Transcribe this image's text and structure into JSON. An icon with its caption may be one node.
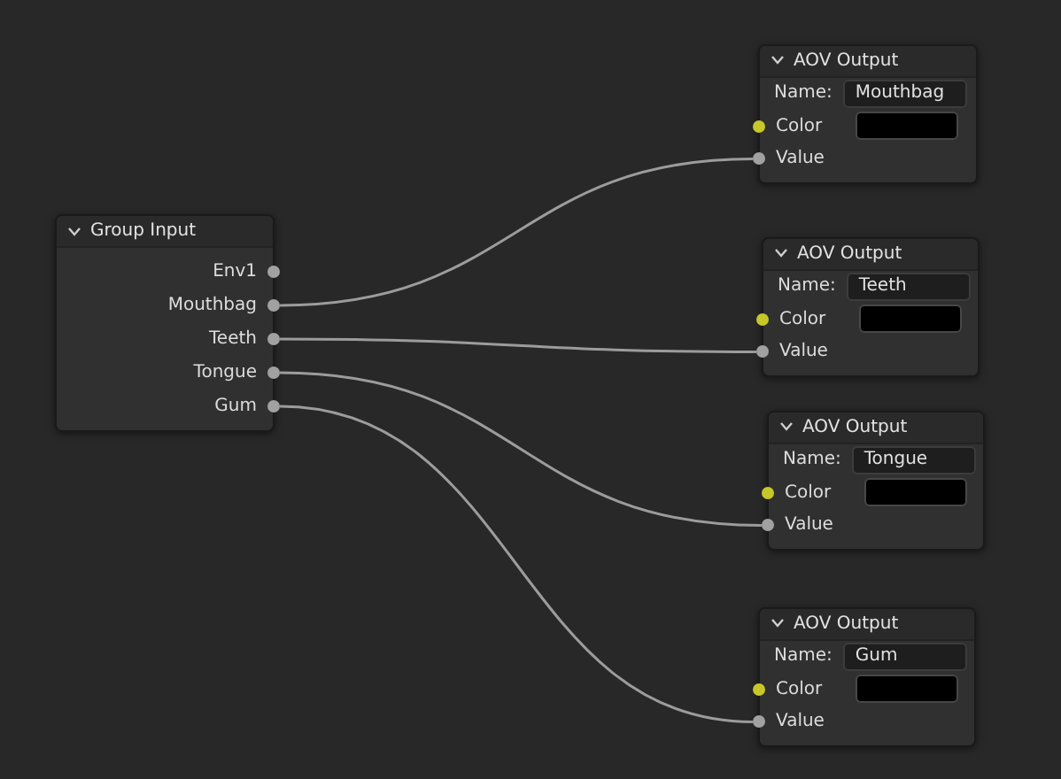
{
  "diagram": {
    "nodes": [
      {
        "text": [
          "Group Input"
        ]
      },
      {
        "text": [
          "Env1"
        ],
        "in": 0
      },
      {
        "text": [
          "Mouthbag"
        ],
        "in": 0
      },
      {
        "text": [
          "Teeth"
        ],
        "in": 0
      },
      {
        "text": [
          "Tongue"
        ],
        "in": 0
      },
      {
        "text": [
          "Gum"
        ],
        "in": 0
      },
      {
        "text": [
          "AOV Output"
        ]
      },
      {
        "text": [
          "Mouthbag"
        ],
        "in": 6,
        "beside": [
          "Name:"
        ]
      },
      {
        "text": [
          "Color"
        ],
        "in": 6
      },
      {
        "text": [
          "Value"
        ],
        "in": 6
      },
      {
        "text": [
          "AOV Output"
        ]
      },
      {
        "text": [
          "Teeth"
        ],
        "in": 10,
        "beside": [
          "Name:"
        ]
      },
      {
        "text": [
          "Color"
        ],
        "in": 10
      },
      {
        "text": [
          "Value"
        ],
        "in": 10
      },
      {
        "text": [
          "AOV Output"
        ]
      },
      {
        "text": [
          "Tongue"
        ],
        "in": 14,
        "beside": [
          "Name:"
        ]
      },
      {
        "text": [
          "Color"
        ],
        "in": 14
      },
      {
        "text": [
          "Value"
        ],
        "in": 14
      },
      {
        "text": [
          "AOV Output"
        ]
      },
      {
        "text": [
          "Gum"
        ],
        "in": 18,
        "beside": [
          "Name:"
        ]
      },
      {
        "text": [
          "Color"
        ],
        "in": 18
      },
      {
        "text": [
          "Value"
        ],
        "in": 18
      }
    ],
    "edges": [
      {
        "from": 2,
        "to": 9,
        "arrow": "none"
      },
      {
        "from": 3,
        "to": 13,
        "arrow": "none"
      },
      {
        "from": 4,
        "to": 17,
        "arrow": "none"
      },
      {
        "from": 5,
        "to": 21,
        "arrow": "none"
      }
    ]
  }
}
